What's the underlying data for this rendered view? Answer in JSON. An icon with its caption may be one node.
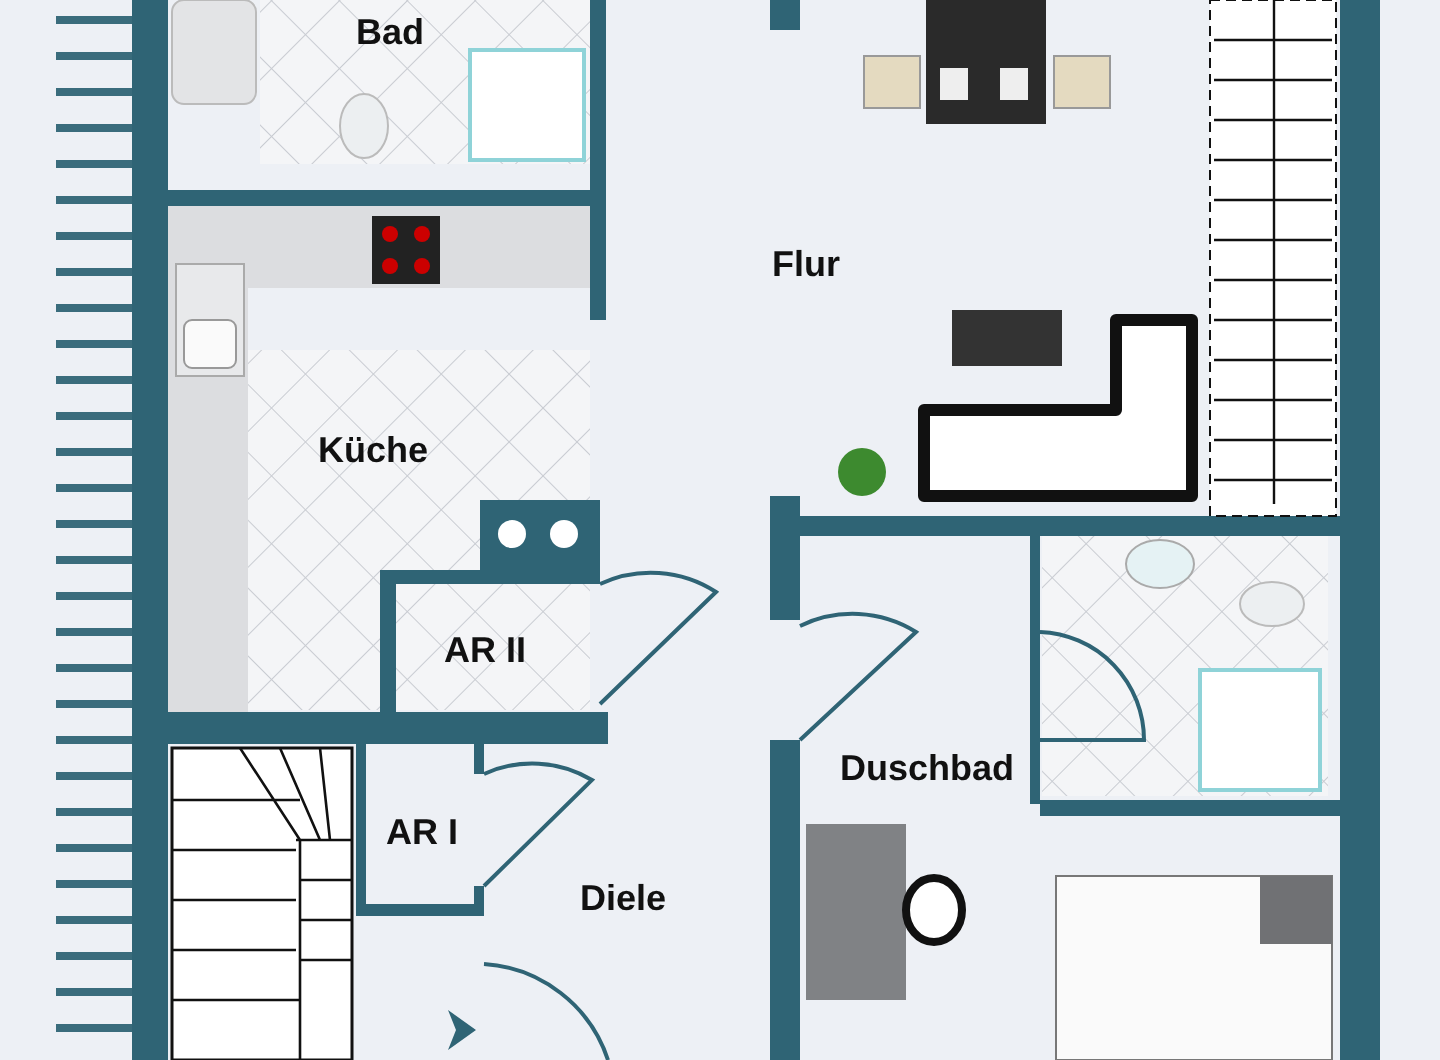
{
  "diagram": {
    "labels": [
      "Bad",
      "Flur",
      "Küche",
      "AR II",
      "Duschbad",
      "AR I",
      "Diele"
    ]
  }
}
